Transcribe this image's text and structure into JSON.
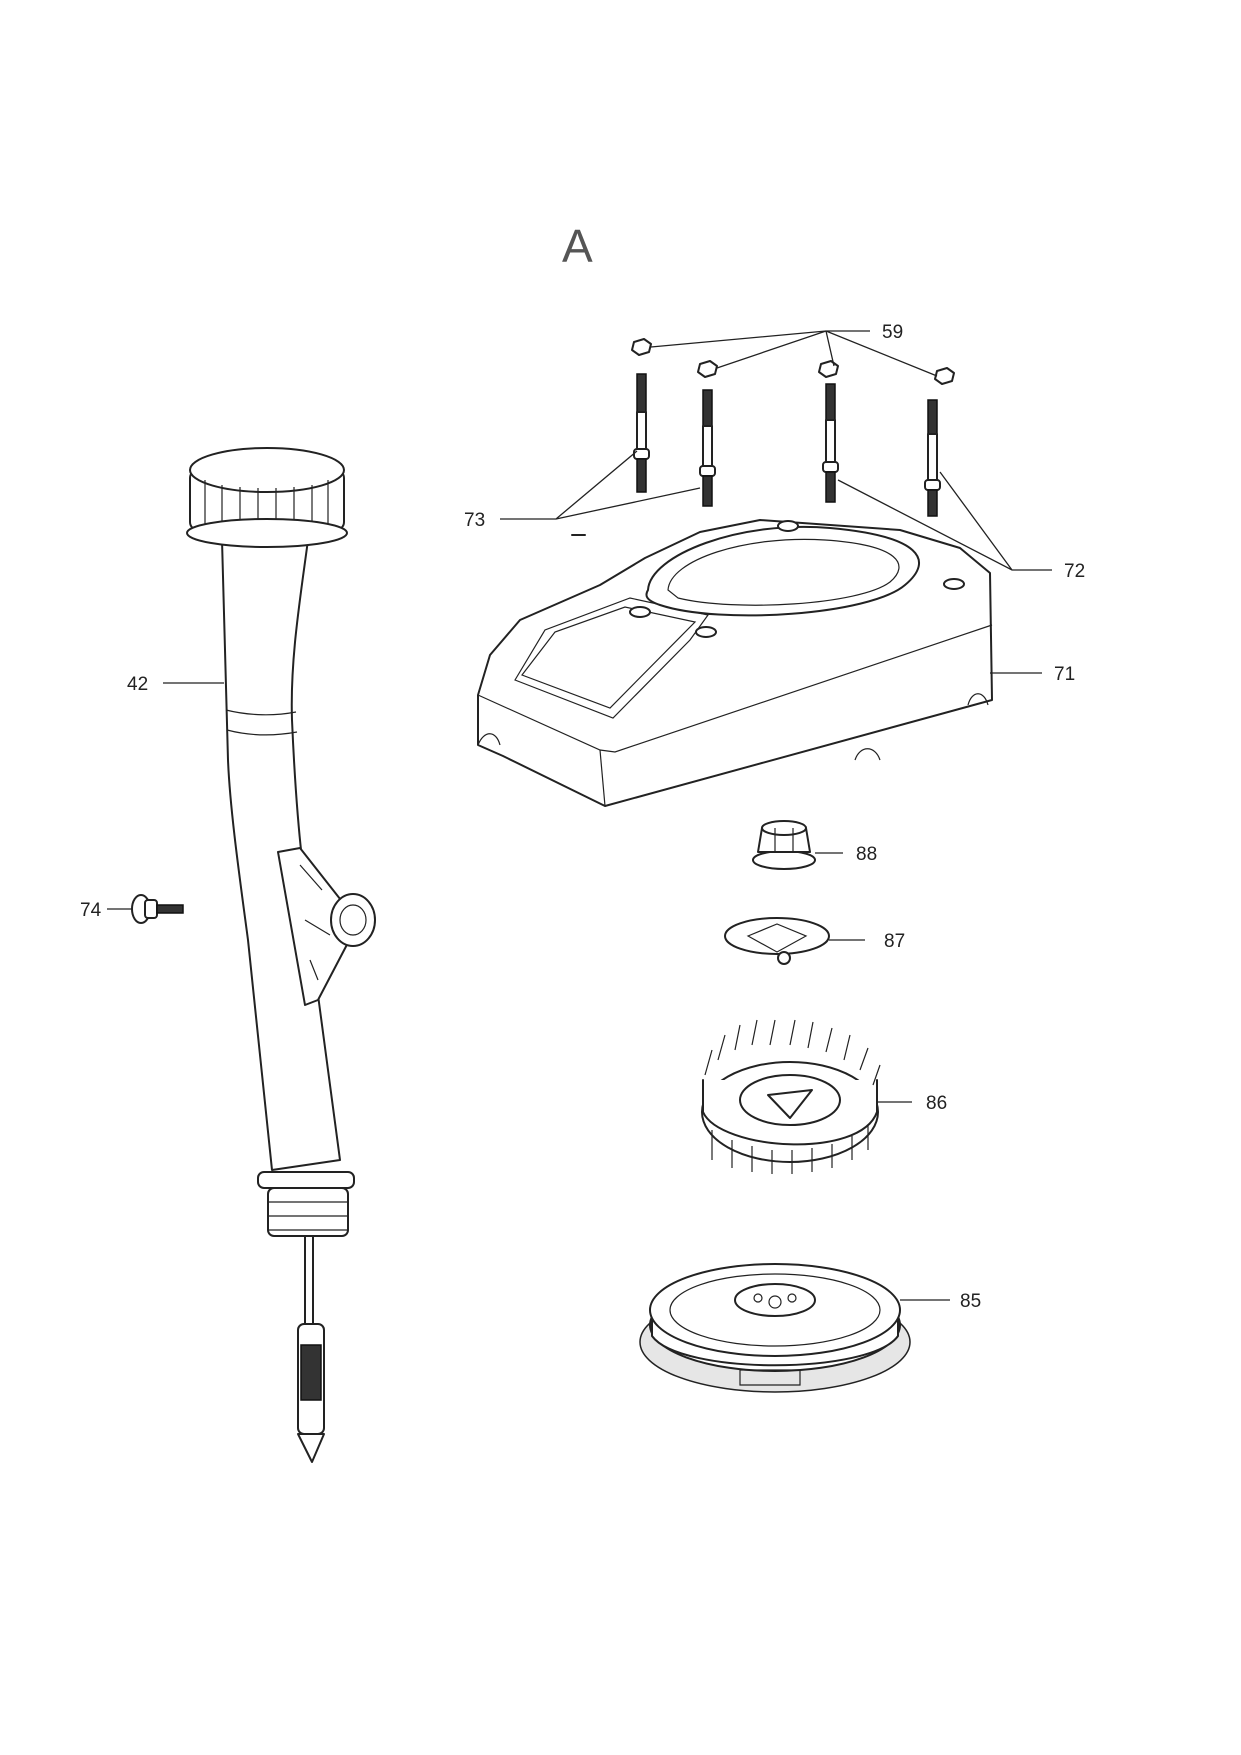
{
  "section_label": "A",
  "callouts": {
    "c59": "59",
    "c73": "73",
    "c72": "72",
    "c71": "71",
    "c42": "42",
    "c88": "88",
    "c74": "74",
    "c87": "87",
    "c86": "86",
    "c85": "85"
  },
  "parts": [
    {
      "ref": "59",
      "icon": "nut-icon"
    },
    {
      "ref": "73",
      "icon": "stud-icon"
    },
    {
      "ref": "72",
      "icon": "stud-icon"
    },
    {
      "ref": "71",
      "icon": "blower-housing-icon"
    },
    {
      "ref": "42",
      "icon": "dipstick-tube-icon"
    },
    {
      "ref": "88",
      "icon": "flange-nut-icon"
    },
    {
      "ref": "74",
      "icon": "bolt-icon"
    },
    {
      "ref": "87",
      "icon": "screen-plate-icon"
    },
    {
      "ref": "86",
      "icon": "fan-icon"
    },
    {
      "ref": "85",
      "icon": "flywheel-icon"
    }
  ]
}
